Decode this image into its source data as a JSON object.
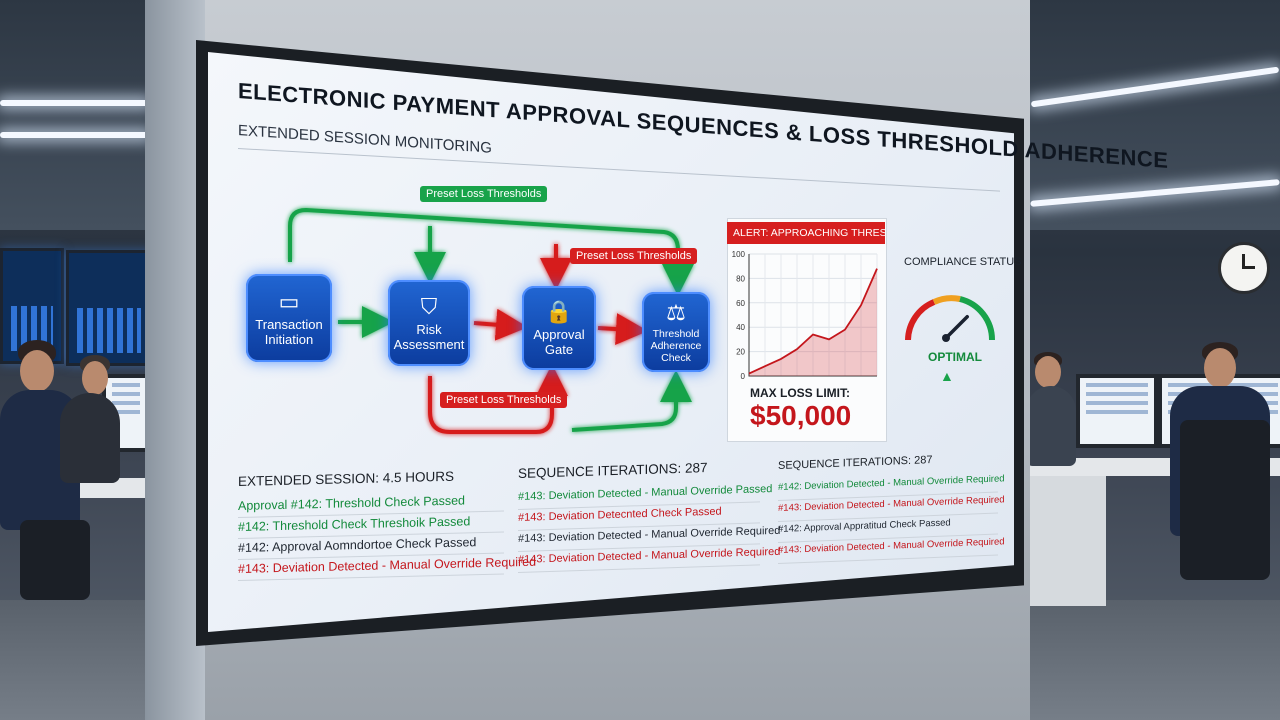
{
  "screen": {
    "title": "ELECTRONIC PAYMENT APPROVAL SEQUENCES & LOSS THRESHOLD ADHERENCE",
    "subtitle": "EXTENDED SESSION MONITORING"
  },
  "flow": {
    "nodes": [
      {
        "label": "Transaction Initiation",
        "icon": "credit-card-icon",
        "glyph": "▭"
      },
      {
        "label": "Risk Assessment",
        "icon": "shield-check-icon",
        "glyph": "⛉"
      },
      {
        "label": "Approval Gate",
        "icon": "lock-icon",
        "glyph": "🔒"
      },
      {
        "label": "Threshold Adherence Check",
        "icon": "scales-icon",
        "glyph": "⚖"
      }
    ],
    "tags": {
      "top_green": "Preset Loss Thresholds",
      "top_red": "Preset Loss Thresholds",
      "bottom_red": "Preset Loss Thresholds"
    },
    "colors": {
      "green": "#18a34a",
      "red": "#d61f1f",
      "blue": "#1857c4"
    }
  },
  "alert_panel": {
    "alert_text": "ALERT: APPROACHING THRESHOLD",
    "max_loss_label": "MAX LOSS LIMIT:",
    "max_loss_value": "$50,000"
  },
  "chart_data": {
    "type": "area",
    "y_ticks": [
      "100",
      "80",
      "60",
      "40",
      "20",
      "0"
    ],
    "ylim": [
      0,
      100
    ],
    "x": [
      0,
      1,
      2,
      3,
      4,
      5,
      6,
      7,
      8
    ],
    "values": [
      2,
      8,
      14,
      22,
      34,
      30,
      38,
      58,
      88
    ]
  },
  "compliance": {
    "label": "COMPLIANCE STATUS",
    "status": "OPTIMAL",
    "warning_icon": "warning-icon",
    "gauge_level": 0.75
  },
  "log": {
    "col1": {
      "header": "EXTENDED SESSION: 4.5 HOURS",
      "lines": [
        {
          "text": "Approval #142: Threshold Check Passed",
          "tone": "green"
        },
        {
          "text": "#142: Threshold Check Threshoik Passed",
          "tone": "green"
        },
        {
          "text": "#142: Approval Aomndortoe Check Passed",
          "tone": "dark"
        },
        {
          "text": "#143: Deviation Detected - Manual Override Required",
          "tone": "red"
        }
      ]
    },
    "col2": {
      "header": "SEQUENCE ITERATIONS: 287",
      "lines": [
        {
          "text": "#143: Deviation Detected - Manual Override Passed",
          "tone": "green"
        },
        {
          "text": "#143: Deviation Detecnted Check Passed",
          "tone": "red"
        },
        {
          "text": "#143: Deviation Detected - Manual Override Required",
          "tone": "dark"
        },
        {
          "text": "#143: Deviation Detected - Manual Override Required",
          "tone": "red"
        }
      ]
    },
    "col3": {
      "header": "SEQUENCE ITERATIONS: 287",
      "lines": [
        {
          "text": "#142: Deviation Detected - Manual Override Required",
          "tone": "green"
        },
        {
          "text": "#143: Deviation Detected - Manual Override Required",
          "tone": "red"
        },
        {
          "text": "#142: Approval Appratitud Check Passed",
          "tone": "dark"
        },
        {
          "text": "#143: Deviation Detected - Manual Override Required",
          "tone": "red"
        }
      ]
    }
  }
}
